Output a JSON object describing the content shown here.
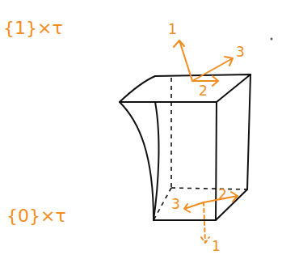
{
  "diagram": {
    "labels": [
      "{1}×τ",
      "{0}×τ",
      "1",
      "3",
      "2",
      "3",
      "2",
      "1"
    ]
  }
}
